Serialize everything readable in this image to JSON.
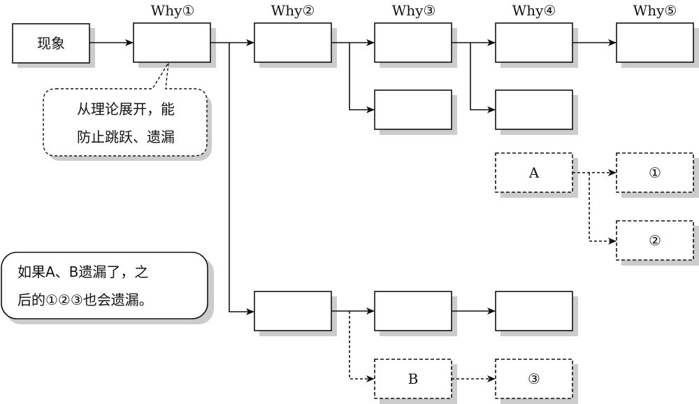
{
  "columns": {
    "why1": "Why①",
    "why2": "Why②",
    "why3": "Why③",
    "why4": "Why④",
    "why5": "Why⑤"
  },
  "boxes": {
    "phenomenon": "现象",
    "a": "A",
    "b": "B",
    "c1": "①",
    "c2": "②",
    "c3": "③"
  },
  "callouts": {
    "top": {
      "line1": "从理论展开，能",
      "line2": "防止跳跃、遗漏"
    },
    "bottom": {
      "line1": "如果A、B遗漏了，之",
      "line2": "后的①②③也会遗漏。"
    }
  },
  "colors": {
    "stroke": "#111111",
    "shadow": "#cccccc",
    "background": "#ffffff"
  }
}
